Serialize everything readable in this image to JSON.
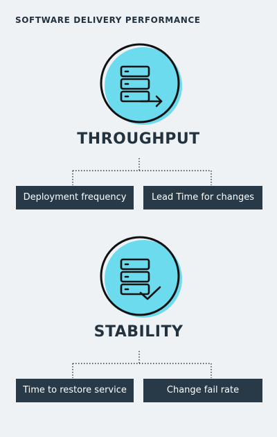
{
  "header": {
    "title": "SOFTWARE DELIVERY PERFORMANCE"
  },
  "colors": {
    "background": "#eef2f5",
    "circle_fill": "#6ddbee",
    "box_fill": "#283a48",
    "text_dark": "#23323f"
  },
  "sections": [
    {
      "title": "THROUGHPUT",
      "icon": "server-arrow-icon",
      "metrics": [
        "Deployment frequency",
        "Lead Time for changes"
      ]
    },
    {
      "title": "STABILITY",
      "icon": "server-check-icon",
      "metrics": [
        "Time to restore service",
        "Change fail rate"
      ]
    }
  ]
}
